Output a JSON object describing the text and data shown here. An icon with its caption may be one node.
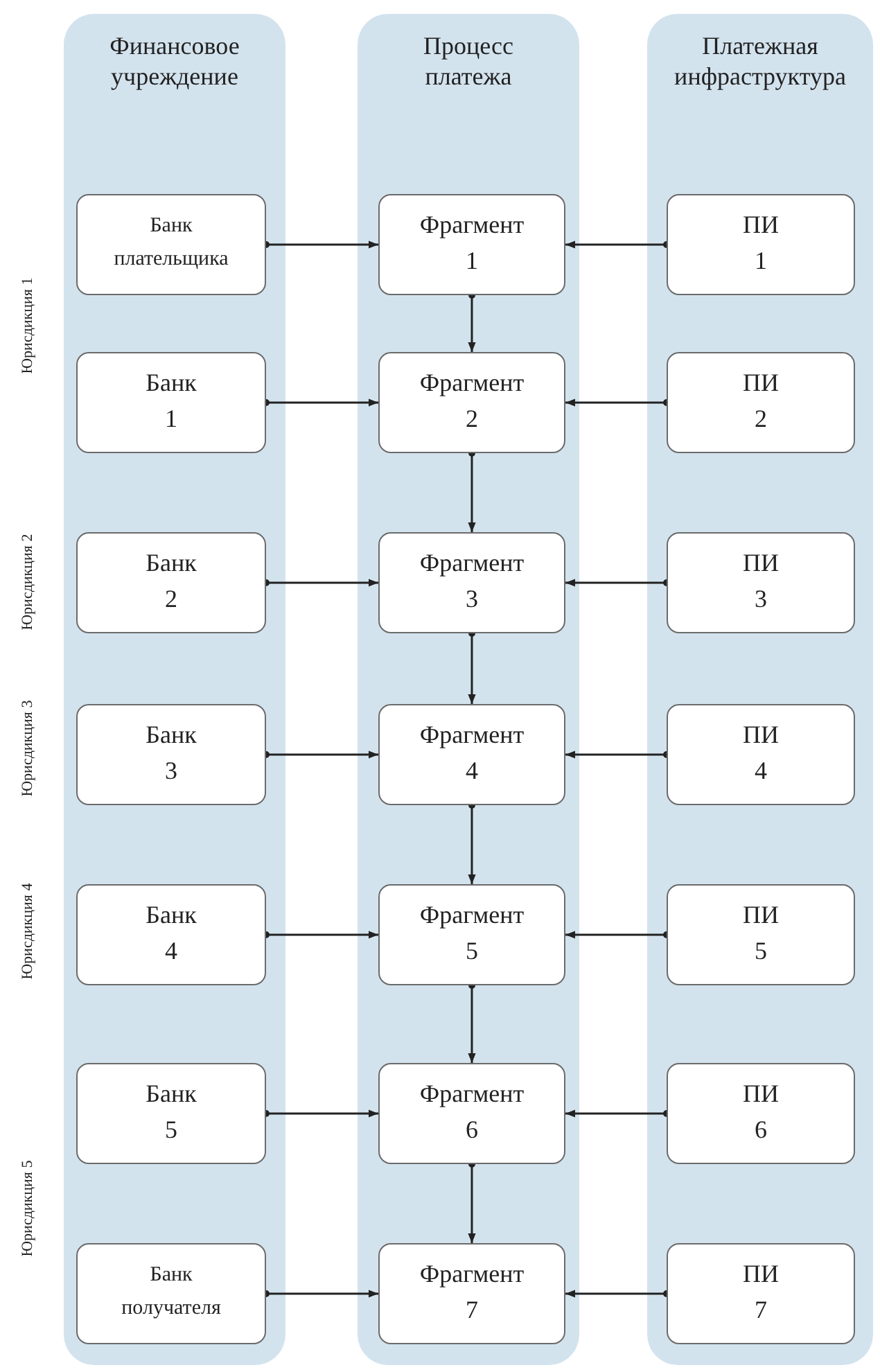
{
  "diagram": {
    "nodes": [
      {
        "text": [
          "Финансовое учреждение"
        ]
      },
      {
        "text": [
          "Процесс платежа"
        ]
      },
      {
        "text": [
          "Платежная инфраструктура"
        ]
      },
      {
        "text": [
          "Банк плательщика"
        ],
        "in": 0
      },
      {
        "text": [
          "Фрагмент 1"
        ],
        "in": 1
      },
      {
        "text": [
          "ПИ 1"
        ],
        "in": 2
      },
      {
        "text": [
          "Банк 1"
        ],
        "in": 0
      },
      {
        "text": [
          "Фрагмент 2"
        ],
        "in": 1
      },
      {
        "text": [
          "ПИ 2"
        ],
        "in": 2
      },
      {
        "text": [
          "Банк 2"
        ],
        "in": 0
      },
      {
        "text": [
          "Фрагмент 3"
        ],
        "in": 1
      },
      {
        "text": [
          "ПИ 3"
        ],
        "in": 2
      },
      {
        "text": [
          "Банк 3"
        ],
        "in": 0
      },
      {
        "text": [
          "Фрагмент 4"
        ],
        "in": 1
      },
      {
        "text": [
          "ПИ 4"
        ],
        "in": 2
      },
      {
        "text": [
          "Банк 4"
        ],
        "in": 0
      },
      {
        "text": [
          "Фрагмент 5"
        ],
        "in": 1
      },
      {
        "text": [
          "ПИ 5"
        ],
        "in": 2
      },
      {
        "text": [
          "Банк 5"
        ],
        "in": 0
      },
      {
        "text": [
          "Фрагмент 6"
        ],
        "in": 1
      },
      {
        "text": [
          "ПИ 6"
        ],
        "in": 2
      },
      {
        "text": [
          "Банк получателя"
        ],
        "in": 0
      },
      {
        "text": [
          "Фрагмент 7"
        ],
        "in": 1
      },
      {
        "text": [
          "ПИ 7"
        ],
        "in": 2
      }
    ],
    "edges": [
      {
        "from": 3,
        "to": 4,
        "arrow": "to"
      },
      {
        "from": 5,
        "to": 4,
        "arrow": "to"
      },
      {
        "from": 4,
        "to": 7,
        "arrow": "to"
      },
      {
        "from": 6,
        "to": 7,
        "arrow": "to"
      },
      {
        "from": 8,
        "to": 7,
        "arrow": "to"
      },
      {
        "from": 7,
        "to": 10,
        "arrow": "to"
      },
      {
        "from": 9,
        "to": 10,
        "arrow": "to"
      },
      {
        "from": 11,
        "to": 10,
        "arrow": "to"
      },
      {
        "from": 10,
        "to": 13,
        "arrow": "to"
      },
      {
        "from": 12,
        "to": 13,
        "arrow": "to"
      },
      {
        "from": 14,
        "to": 13,
        "arrow": "to"
      },
      {
        "from": 13,
        "to": 16,
        "arrow": "to"
      },
      {
        "from": 15,
        "to": 16,
        "arrow": "to"
      },
      {
        "from": 17,
        "to": 16,
        "arrow": "to"
      },
      {
        "from": 16,
        "to": 19,
        "arrow": "to"
      },
      {
        "from": 18,
        "to": 19,
        "arrow": "to"
      },
      {
        "from": 20,
        "to": 19,
        "arrow": "to"
      },
      {
        "from": 19,
        "to": 22,
        "arrow": "to"
      },
      {
        "from": 21,
        "to": 22,
        "arrow": "to"
      },
      {
        "from": 23,
        "to": 22,
        "arrow": "to"
      }
    ],
    "labels": [
      "Юрисдикция 1",
      "Юрисдикция 2",
      "Юрисдикция 3",
      "Юрисдикция 4",
      "Юрисдикция 5"
    ]
  }
}
